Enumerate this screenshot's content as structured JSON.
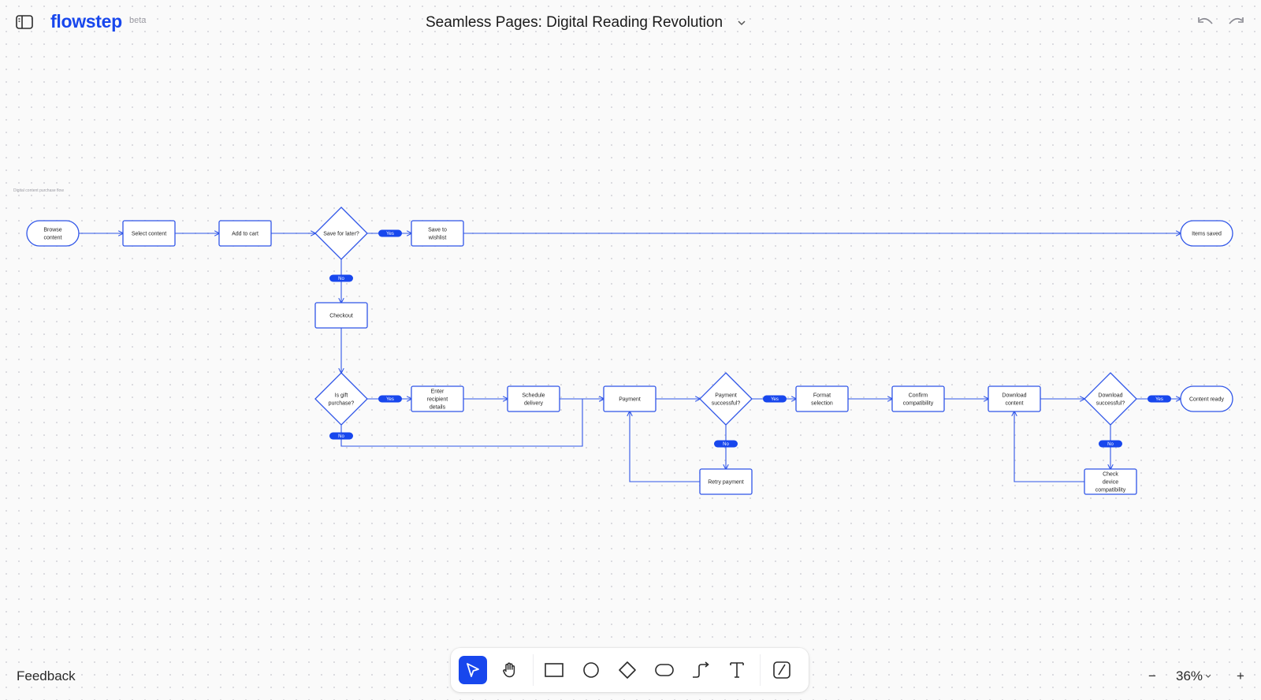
{
  "app": {
    "name": "flowstep",
    "badge": "beta"
  },
  "document": {
    "title": "Seamless Pages: Digital Reading Revolution"
  },
  "colors": {
    "accent": "#1847ed",
    "stroke": "#2f55e8",
    "canvas_bg": "#fafafa"
  },
  "icons": {
    "sidebar_toggle": "sidebar-icon",
    "title_dropdown": "chevron-down-icon",
    "undo": "undo-icon",
    "redo": "redo-icon"
  },
  "diagram": {
    "caption": "Digital content purchase flow",
    "nodes": [
      {
        "id": "browse",
        "type": "terminal",
        "lines": [
          "Browse",
          "content"
        ]
      },
      {
        "id": "select",
        "type": "process",
        "lines": [
          "Select content"
        ]
      },
      {
        "id": "cart",
        "type": "process",
        "lines": [
          "Add to cart"
        ]
      },
      {
        "id": "save_q",
        "type": "decision",
        "lines": [
          "Save for later?"
        ]
      },
      {
        "id": "wishlist",
        "type": "process",
        "lines": [
          "Save to",
          "wishlist"
        ]
      },
      {
        "id": "saved",
        "type": "terminal",
        "lines": [
          "Items saved"
        ]
      },
      {
        "id": "checkout",
        "type": "process",
        "lines": [
          "Checkout"
        ]
      },
      {
        "id": "gift_q",
        "type": "decision",
        "lines": [
          "Is gift",
          "purchase?"
        ]
      },
      {
        "id": "recipient",
        "type": "process",
        "lines": [
          "Enter",
          "recipient",
          "details"
        ]
      },
      {
        "id": "schedule",
        "type": "process",
        "lines": [
          "Schedule",
          "delivery"
        ]
      },
      {
        "id": "payment",
        "type": "process",
        "lines": [
          "Payment"
        ]
      },
      {
        "id": "pay_q",
        "type": "decision",
        "lines": [
          "Payment",
          "successful?"
        ]
      },
      {
        "id": "format",
        "type": "process",
        "lines": [
          "Format",
          "selection"
        ]
      },
      {
        "id": "confirm",
        "type": "process",
        "lines": [
          "Confirm",
          "compatibility"
        ]
      },
      {
        "id": "download",
        "type": "process",
        "lines": [
          "Download",
          "content"
        ]
      },
      {
        "id": "dl_q",
        "type": "decision",
        "lines": [
          "Download",
          "successful?"
        ]
      },
      {
        "id": "ready",
        "type": "terminal",
        "lines": [
          "Content ready"
        ]
      },
      {
        "id": "retry",
        "type": "process",
        "lines": [
          "Retry payment"
        ]
      },
      {
        "id": "check",
        "type": "process",
        "lines": [
          "Check",
          "device",
          "compatibility"
        ]
      }
    ],
    "edges": [
      {
        "from": "browse",
        "to": "select"
      },
      {
        "from": "select",
        "to": "cart"
      },
      {
        "from": "cart",
        "to": "save_q"
      },
      {
        "from": "save_q",
        "to": "wishlist",
        "label": "Yes"
      },
      {
        "from": "wishlist",
        "to": "saved"
      },
      {
        "from": "save_q",
        "to": "checkout",
        "label": "No"
      },
      {
        "from": "checkout",
        "to": "gift_q"
      },
      {
        "from": "gift_q",
        "to": "recipient",
        "label": "Yes"
      },
      {
        "from": "recipient",
        "to": "schedule"
      },
      {
        "from": "schedule",
        "to": "payment"
      },
      {
        "from": "gift_q",
        "to": "payment",
        "label": "No"
      },
      {
        "from": "payment",
        "to": "pay_q"
      },
      {
        "from": "pay_q",
        "to": "format",
        "label": "Yes"
      },
      {
        "from": "pay_q",
        "to": "retry",
        "label": "No"
      },
      {
        "from": "retry",
        "to": "payment"
      },
      {
        "from": "format",
        "to": "confirm"
      },
      {
        "from": "confirm",
        "to": "download"
      },
      {
        "from": "download",
        "to": "dl_q"
      },
      {
        "from": "dl_q",
        "to": "ready",
        "label": "Yes"
      },
      {
        "from": "dl_q",
        "to": "check",
        "label": "No"
      },
      {
        "from": "check",
        "to": "download"
      }
    ]
  },
  "footer": {
    "feedback_label": "Feedback"
  },
  "toolbar": {
    "tools": [
      {
        "id": "select",
        "icon": "pointer-icon",
        "active": true
      },
      {
        "id": "hand",
        "icon": "hand-icon",
        "active": false
      },
      {
        "id": "rectangle",
        "icon": "rectangle-icon",
        "active": false
      },
      {
        "id": "circle",
        "icon": "circle-icon",
        "active": false
      },
      {
        "id": "diamond",
        "icon": "diamond-icon",
        "active": false
      },
      {
        "id": "ellipse",
        "icon": "ellipse-icon",
        "active": false
      },
      {
        "id": "connector",
        "icon": "connector-arrow-icon",
        "active": false
      },
      {
        "id": "text",
        "icon": "text-icon",
        "active": false
      },
      {
        "id": "draw",
        "icon": "pencil-square-icon",
        "active": false
      }
    ]
  },
  "zoom": {
    "minus": "−",
    "value": "36%",
    "plus": "+"
  }
}
